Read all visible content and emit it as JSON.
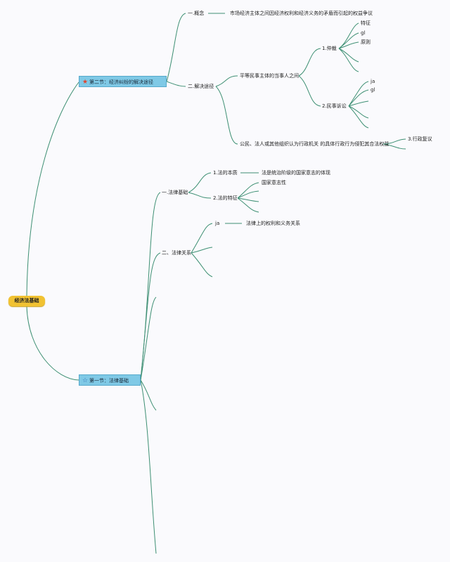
{
  "root": {
    "label": "经济法基础"
  },
  "section2": {
    "icon": "star-red-icon",
    "label": "第二节：经济纠纷的解决途径",
    "concept": {
      "label": "一.概念",
      "desc": "市场经济主体之间因经济权利和经济义务的矛盾而引起的权益争议"
    },
    "solution": {
      "label": "二.解决途径",
      "equal": {
        "label": "平等民事主体的当事人之间",
        "arbitration": {
          "label": "1.仲裁",
          "items": [
            "特征",
            "gl",
            "原则"
          ]
        },
        "litigation": {
          "label": "2.民事诉讼",
          "items": [
            "ja",
            "gl"
          ]
        }
      },
      "admin": {
        "label": "公民、法人或其他组织认为行政机关 的具体行政行为侵犯其合法权益",
        "review": "3.行政复议"
      }
    }
  },
  "section1": {
    "icon": "star-outline-icon",
    "label": "第一节：法律基础",
    "law_basis": {
      "label": "一.法律基础",
      "essence": {
        "label": "1.法的本质",
        "desc": "法是统治阶级的国家意志的体现"
      },
      "features": {
        "label": "2.法的特征",
        "first": "国家意志性"
      }
    },
    "legal_relation": {
      "label": "二、法律关系",
      "first": "ja",
      "desc": "法律上的权利和义务关系"
    }
  },
  "colors": {
    "line": "#3d8f73",
    "topic_bg": "#7fc9e6",
    "root_bg": "#f1c232"
  }
}
